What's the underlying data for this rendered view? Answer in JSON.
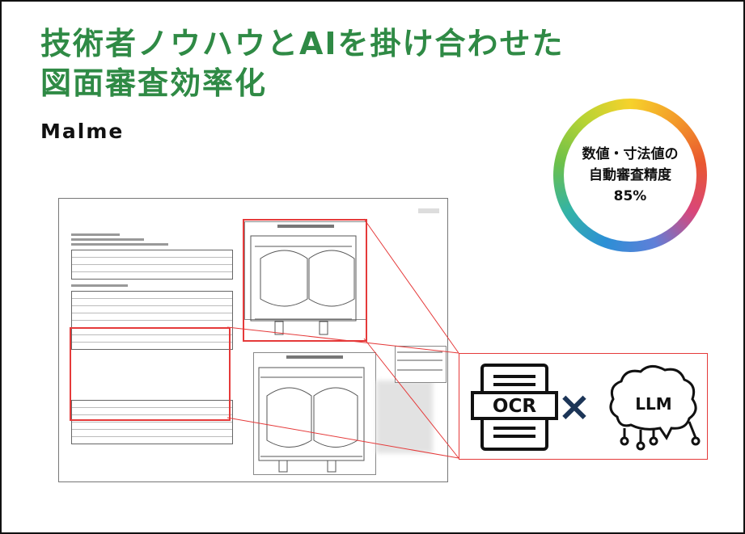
{
  "headline": {
    "line1": "技術者ノウハウとAIを掛け合わせた",
    "line2": "図面審査効率化"
  },
  "brand": "Malme",
  "metric": {
    "line1": "数値・寸法値の",
    "line2": "自動審査精度",
    "value": "85%"
  },
  "icons": {
    "ocr_label": "OCR",
    "cross_symbol": "×",
    "llm_label": "LLM"
  },
  "colors": {
    "headline": "#2f8a45",
    "highlight": "#e53a3a"
  }
}
